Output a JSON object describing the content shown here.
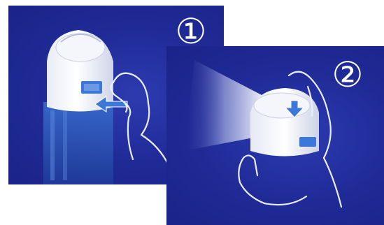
{
  "steps": [
    {
      "number_label": "①"
    },
    {
      "number_label": "②"
    }
  ],
  "colors": {
    "panel_background": "#1f2a96",
    "cap_white": "#ffffff",
    "accent_blue": "#3c78d8",
    "outline": "#e8ecff"
  },
  "icons": [
    "device-cap",
    "hand-outline",
    "push-arrow",
    "light-beam"
  ]
}
